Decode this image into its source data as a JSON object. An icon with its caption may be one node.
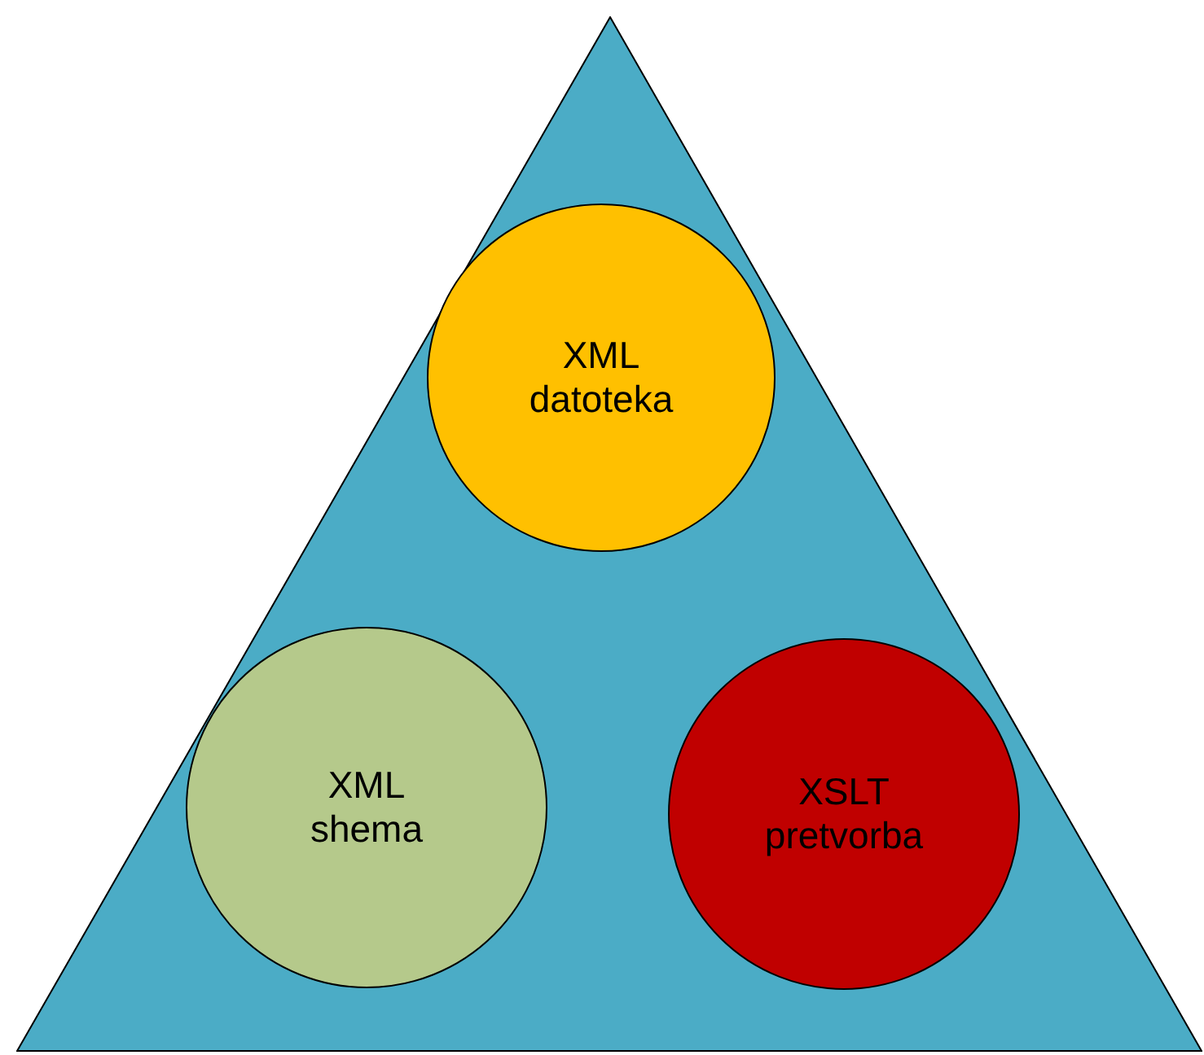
{
  "diagram": {
    "nodes": [
      {
        "text": [],
        "shape": "triangle"
      },
      {
        "text": [
          "XML datoteka"
        ],
        "in": 0
      },
      {
        "text": [
          "XML shema"
        ],
        "in": 0
      },
      {
        "text": [
          "XSLT pretvorba"
        ],
        "in": 0
      }
    ]
  }
}
